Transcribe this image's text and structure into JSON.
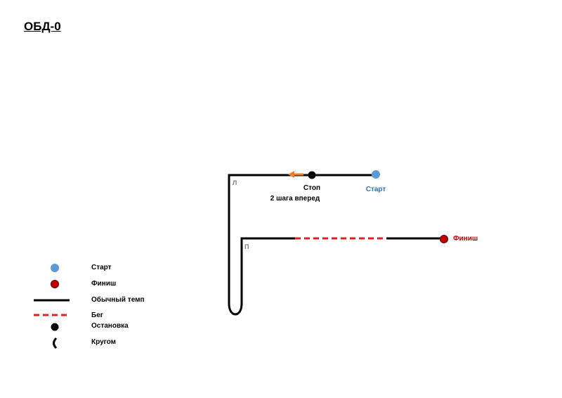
{
  "title": "ОБД-0",
  "route": {
    "start_label": "Старт",
    "stop_label": "Стоп",
    "stop_note": "2 шага вперед",
    "finish_label": "Финиш",
    "left_turn_mark": "Л",
    "right_turn_mark": "П"
  },
  "legend": {
    "start": "Старт",
    "finish": "Финиш",
    "normal_pace": "Обычный темп",
    "run": "Бег",
    "stop": "Остановка",
    "turn_around": "Кругом"
  },
  "colors": {
    "start": "#5b9bd5",
    "finish": "#c00000",
    "run": "#e02020",
    "arrow": "#ed7d31",
    "path": "#000000",
    "turn_mark": "#808080"
  },
  "icons": {
    "start": "blue-circle",
    "finish": "red-circle",
    "stop": "black-dot",
    "turn_around": "arc-bracket",
    "direction": "left-arrow"
  }
}
